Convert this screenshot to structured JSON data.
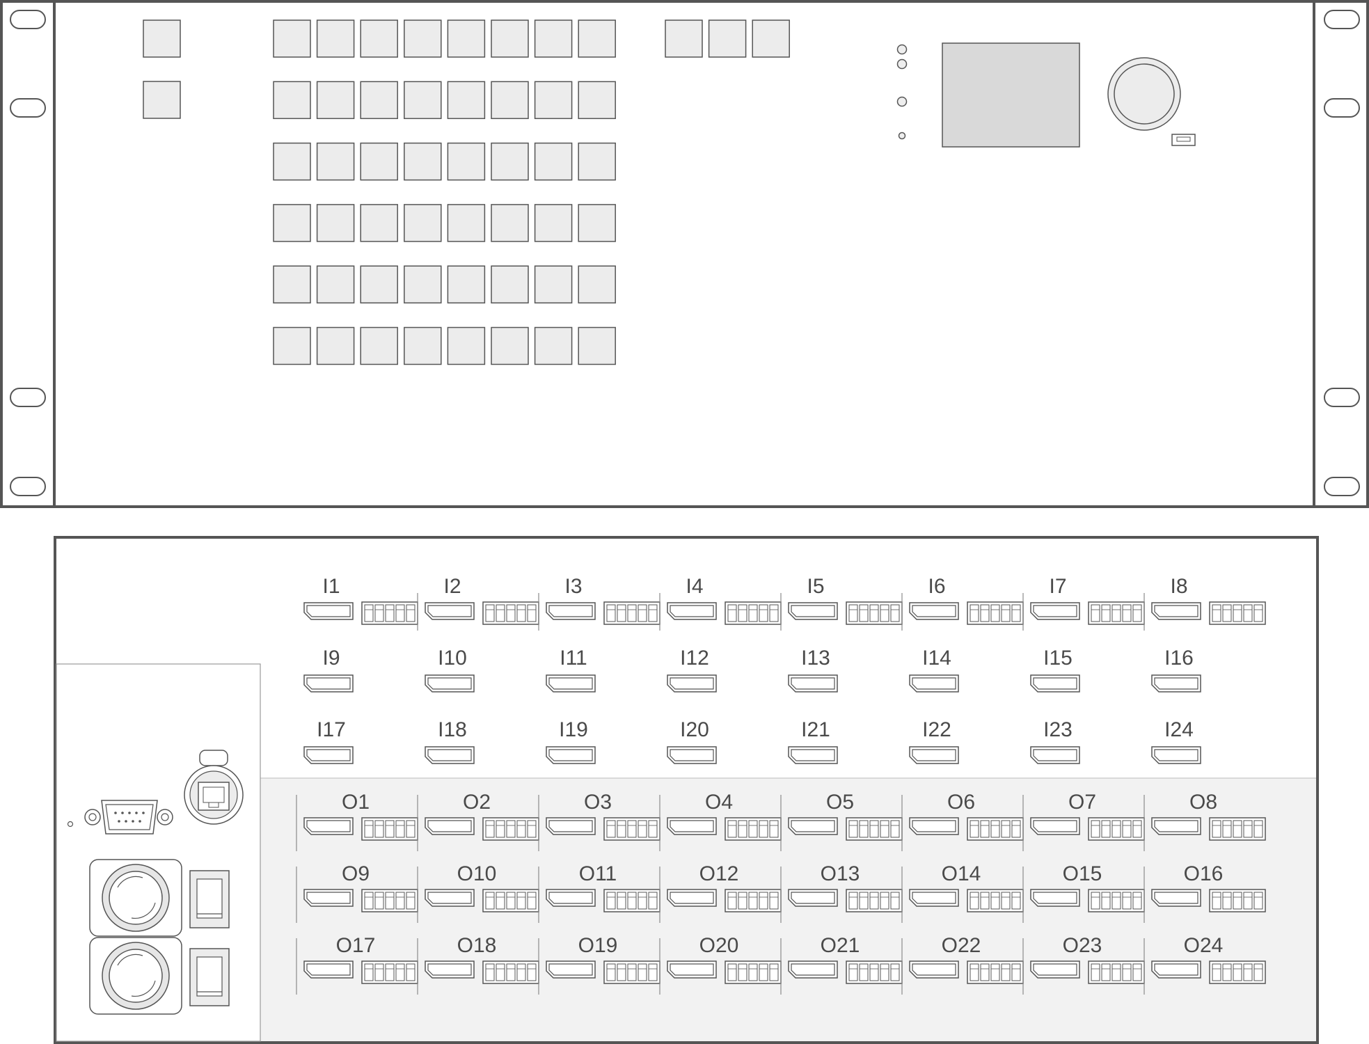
{
  "front_panel": {
    "label": "",
    "button_rows": 6,
    "button_cols": 8,
    "side_buttons": 2,
    "top_extra_buttons": 3,
    "display": "lcd-display",
    "knob": "rotary-knob-icon",
    "usb": "usb-port-icon"
  },
  "rear_panel": {
    "inputs_with_control": [
      "I1",
      "I2",
      "I3",
      "I4",
      "I5",
      "I6",
      "I7",
      "I8"
    ],
    "inputs_plain": [
      [
        "I9",
        "I10",
        "I11",
        "I12",
        "I13",
        "I14",
        "I15",
        "I16"
      ],
      [
        "I17",
        "I18",
        "I19",
        "I20",
        "I21",
        "I22",
        "I23",
        "I24"
      ]
    ],
    "outputs": [
      [
        "O1",
        "O2",
        "O3",
        "O4",
        "O5",
        "O6",
        "O7",
        "O8"
      ],
      [
        "O9",
        "O10",
        "O11",
        "O12",
        "O13",
        "O14",
        "O15",
        "O16"
      ],
      [
        "O17",
        "O18",
        "O19",
        "O20",
        "O21",
        "O22",
        "O23",
        "O24"
      ]
    ],
    "icons": {
      "serial": "db9-serial-port-icon",
      "network": "ethercon-rj45-icon",
      "power_inlet": "powercon-inlet-icon",
      "power_switch": "power-switch-icon"
    }
  },
  "colors": {
    "stroke": "#555555",
    "button_fill": "#ececec",
    "display_fill": "#d9d9d9",
    "output_bg": "#f2f2f2",
    "label": "#4a4a4a"
  }
}
